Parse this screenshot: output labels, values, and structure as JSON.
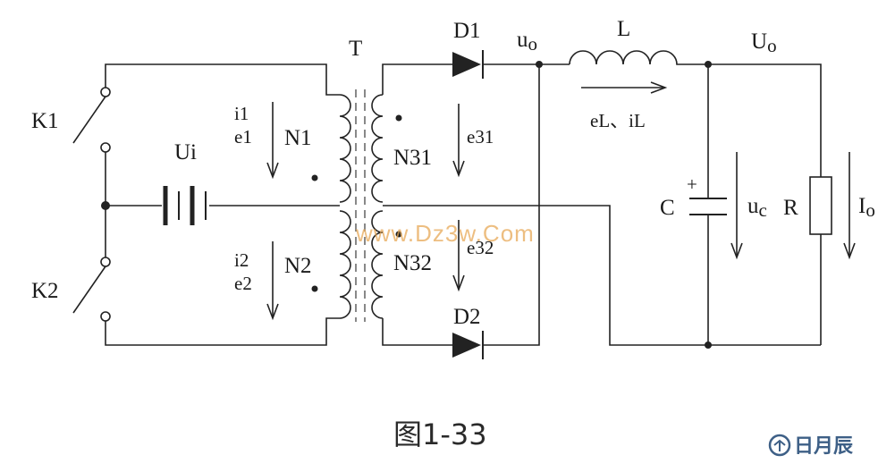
{
  "labels": {
    "k1": "K1",
    "k2": "K2",
    "ui": "Ui",
    "t": "T",
    "i1": "i1",
    "e1": "e1",
    "n1": "N1",
    "i2": "i2",
    "e2": "e2",
    "n2": "N2",
    "n31": "N31",
    "e31": "e31",
    "n32": "N32",
    "e32": "e32",
    "d1": "D1",
    "d2": "D2",
    "uo_small": "u",
    "uo_small_sub": "o",
    "l": "L",
    "el_il": "eL、iL",
    "uo_big": "U",
    "uo_big_sub": "o",
    "c": "C",
    "plus": "+",
    "uc": "u",
    "uc_sub": "c",
    "r": "R",
    "io": "I",
    "io_sub": "o"
  },
  "watermark": "www.Dz3w.Com",
  "caption": "图1-33",
  "brand": "日月辰",
  "colors": {
    "line": "#222222",
    "watermark": "#e8a958",
    "brand": "#3d5f86"
  }
}
